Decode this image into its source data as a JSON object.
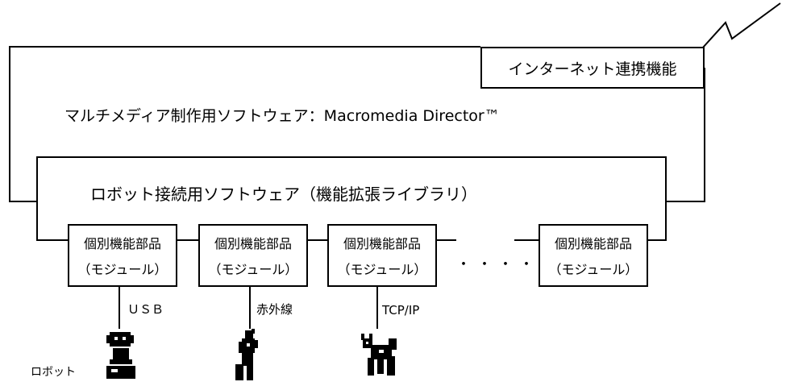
{
  "diagram": {
    "internet_box_label": "インターネット連携機能",
    "multimedia_label": "マルチメディア制作用ソフトウェア：Macromedia Director™",
    "extension_label": "ロボット接続用ソフトウェア（機能拡張ライブラリ）",
    "modules": [
      {
        "line1": "個別機能部品",
        "line2": "（モジュール）"
      },
      {
        "line1": "個別機能部品",
        "line2": "（モジュール）"
      },
      {
        "line1": "個別機能部品",
        "line2": "（モジュール）"
      },
      {
        "line1": "個別機能部品",
        "line2": "（モジュール）"
      }
    ],
    "ellipsis": "・・・・",
    "connections": [
      "ＵＳＢ",
      "赤外線",
      "TCP/IP"
    ],
    "robot_label": "ロボット",
    "robot_icons": [
      "robot-figure-icon",
      "robot-figure-icon",
      "robot-figure-icon"
    ]
  }
}
